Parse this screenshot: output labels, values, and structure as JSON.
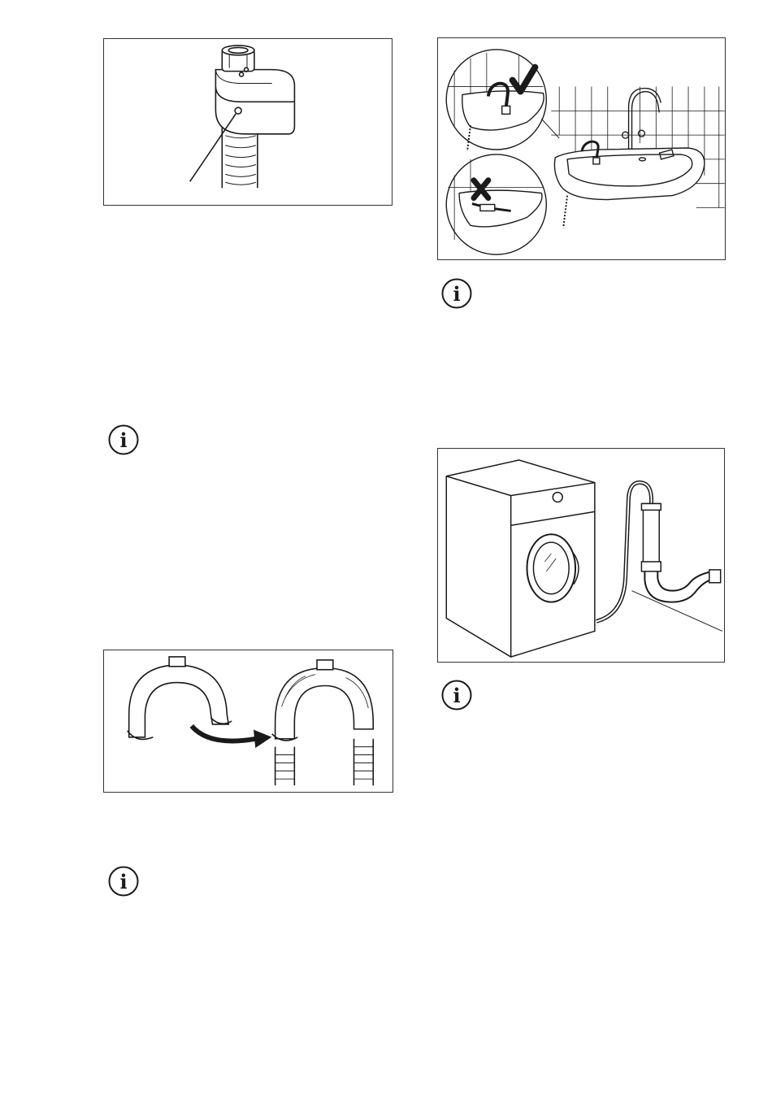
{
  "page": {
    "background": "#ffffff",
    "line_color": "#1a1a1a"
  },
  "figures": [
    {
      "id": "valve",
      "icon": "hose-valve-illustration"
    },
    {
      "id": "sink",
      "icon": "hose-on-sink-illustration",
      "marks": [
        "check-mark",
        "cross-mark"
      ]
    },
    {
      "id": "machine",
      "icon": "washing-machine-drain-illustration"
    },
    {
      "id": "guide",
      "icon": "hose-guide-illustration"
    }
  ],
  "info_icons": [
    {
      "id": "info-1",
      "glyph": "i"
    },
    {
      "id": "info-2",
      "glyph": "i"
    },
    {
      "id": "info-3",
      "glyph": "i"
    },
    {
      "id": "info-4",
      "glyph": "i"
    }
  ]
}
